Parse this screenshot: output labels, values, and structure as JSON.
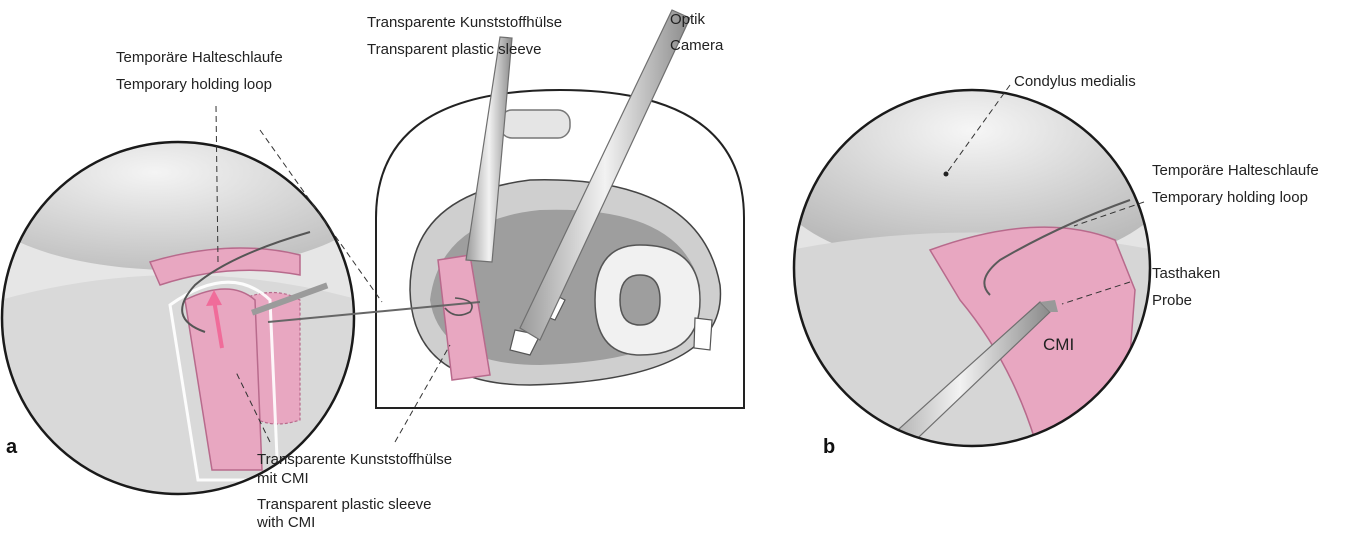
{
  "colors": {
    "tissue_pink": "#e8a7c1",
    "tissue_pink_dark": "#d27ea3",
    "bone_grey": "#d7d7d7",
    "instrument": "#8c8c8c",
    "leader": "#333333",
    "arrow": "#f06c9a"
  },
  "figure": {
    "panel_a": {
      "letter": "a",
      "labels": {
        "loop_de": "Temporäre Halteschlaufe",
        "loop_en": "Temporary holding loop",
        "sleeve_de": "Transparente Kunststoffhülse",
        "sleeve_en": "Transparent plastic sleeve",
        "camera_de": "Optik",
        "camera_en": "Camera",
        "sleeve_cmi_de_1": "Transparente Kunststoffhülse",
        "sleeve_cmi_de_2": "mit CMI",
        "sleeve_cmi_en_1": "Transparent plastic sleeve",
        "sleeve_cmi_en_2": "with CMI"
      }
    },
    "panel_b": {
      "letter": "b",
      "labels": {
        "condylus": "Condylus medialis",
        "loop_de": "Temporäre Halteschlaufe",
        "loop_en": "Temporary holding loop",
        "probe_de": "Tasthaken",
        "probe_en": "Probe",
        "cmi": "CMI"
      }
    }
  }
}
